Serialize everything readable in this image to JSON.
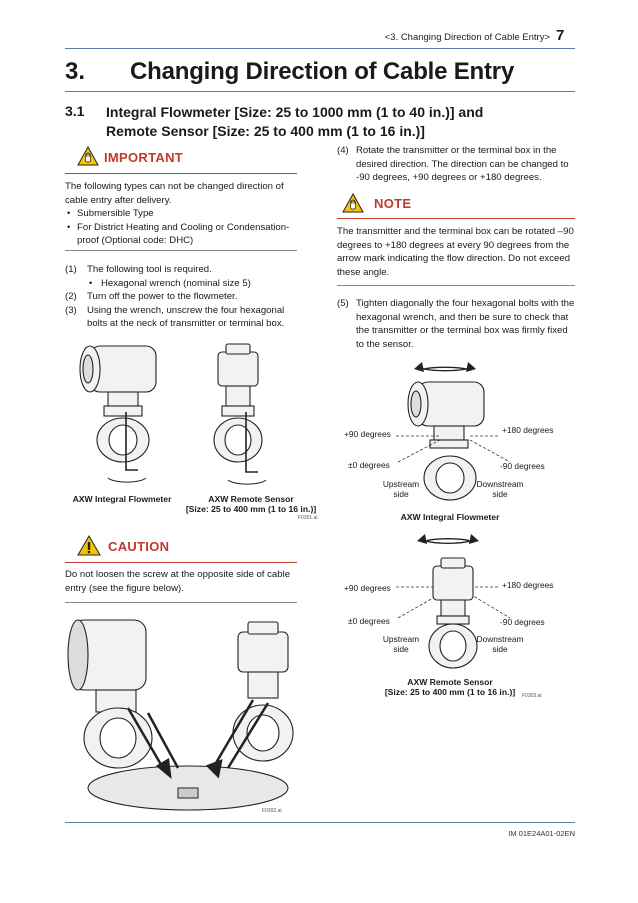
{
  "header": {
    "running_title": "<3.  Changing Direction of Cable Entry>",
    "page_number": "7"
  },
  "chapter": {
    "number": "3.",
    "title": "Changing Direction of Cable Entry"
  },
  "section": {
    "number": "3.1",
    "title_line1": "Integral Flowmeter [Size: 25 to 1000 mm (1 to 40 in.)] and",
    "title_line2": "Remote Sensor [Size: 25 to 400 mm (1 to 16 in.)]"
  },
  "important": {
    "label": "IMPORTANT",
    "intro": "The following types can not be changed direction of cable entry after delivery.",
    "items": [
      "Submersible Type",
      "For District Heating and Cooling or Condensation-proof (Optional code: DHC)"
    ]
  },
  "steps": {
    "s1": {
      "num": "(1)",
      "text": "The following tool is required."
    },
    "s1_sub": "Hexagonal wrench (nominal size 5)",
    "s2": {
      "num": "(2)",
      "text": "Turn off the power to the flowmeter."
    },
    "s3": {
      "num": "(3)",
      "text": "Using the wrench, unscrew the four hexagonal bolts at the neck of transmitter or terminal box."
    },
    "s4": {
      "num": "(4)",
      "text": "Rotate the transmitter or the terminal box in the desired direction. The direction can be changed to -90 degrees, +90 degrees or +180 degrees."
    },
    "s5": {
      "num": "(5)",
      "text": "Tighten diagonally the four hexagonal bolts with the hexagonal wrench, and then be sure to check that the transmitter or the terminal box was firmly fixed to the sensor."
    }
  },
  "figure1": {
    "caption_left": "AXW Integral Flowmeter",
    "caption_right_line1": "AXW Remote Sensor",
    "caption_right_line2": "[Size: 25 to 400 mm (1 to 16 in.)]",
    "file_id": "F0301.ai"
  },
  "caution": {
    "label": "CAUTION",
    "text": "Do not loosen the screw at the opposite side of cable entry (see the figure below)."
  },
  "figure2": {
    "file_id": "F0302.ai"
  },
  "note": {
    "label": "NOTE",
    "text": "The transmitter and the terminal box can be rotated –90 degrees to +180 degrees at every 90 degrees from the arrow mark indicating the flow direction. Do not exceed these angle."
  },
  "figure3": {
    "deg_p90": "+90 degrees",
    "deg_p180": "+180 degrees",
    "deg_0": "±0 degrees",
    "deg_m90": "-90 degrees",
    "upstream_l1": "Upstream",
    "upstream_l2": "side",
    "downstream_l1": "Downstream",
    "downstream_l2": "side",
    "caption": "AXW Integral Flowmeter"
  },
  "figure4": {
    "deg_p90": "+90 degrees",
    "deg_p180": "+180 degrees",
    "deg_0": "±0 degrees",
    "deg_m90": "-90 degrees",
    "upstream_l1": "Upstream",
    "upstream_l2": "side",
    "downstream_l1": "Downstream",
    "downstream_l2": "side",
    "caption_line1": "AXW Remote Sensor",
    "caption_line2": "[Size: 25 to 400 mm (1 to 16 in.)]",
    "file_id": "F0303.ai"
  },
  "footer": {
    "doc_id": "IM 01E24A01-02EN"
  },
  "colors": {
    "accent_rule": "#5a7ea8",
    "warning_red": "#c0392b",
    "warning_yellow": "#f4c400"
  }
}
